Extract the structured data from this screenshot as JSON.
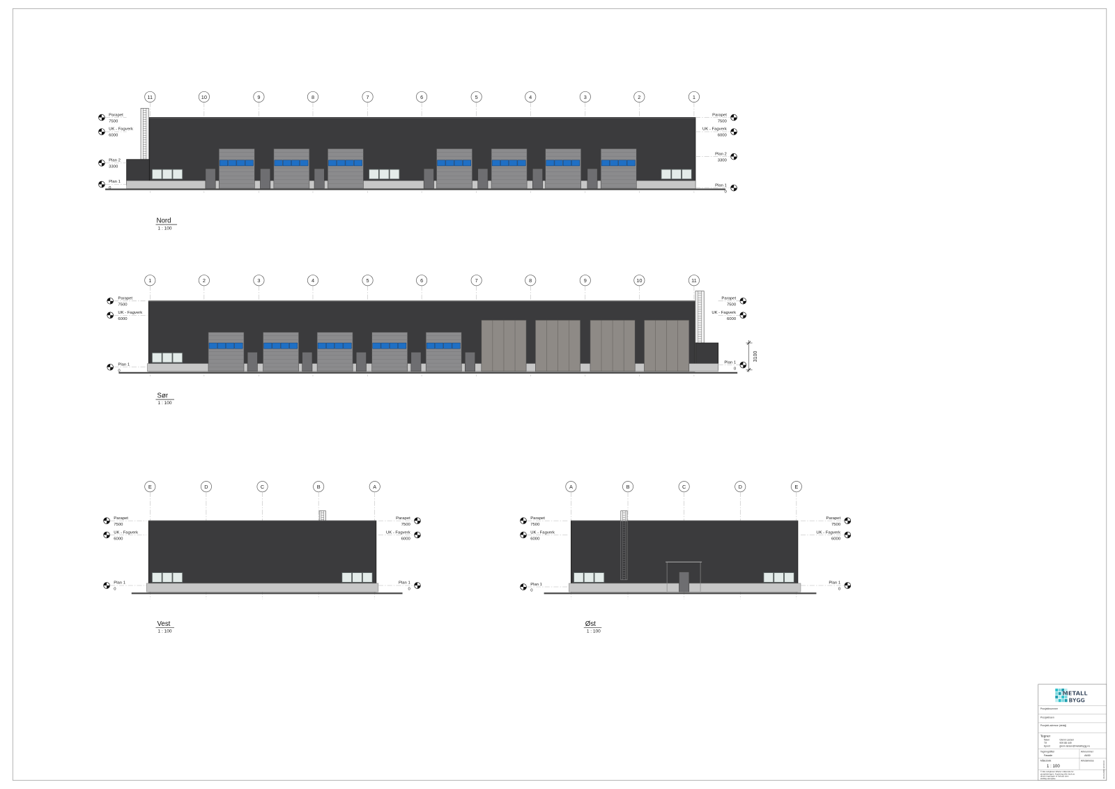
{
  "colors": {
    "wall": "#3b3b3d",
    "plinth": "#c7c7c7",
    "overhead_door": "#8b8b8d",
    "door_window": "#1f6fc4",
    "service_door": "#6e6e71",
    "sliding_door": "#8e8a86",
    "window": "#e3ebe9",
    "logo_accent": "#2ec0cb",
    "logo_text": "#1d3048"
  },
  "elevations": {
    "nord": {
      "title": "Nord",
      "scale": "1 : 100",
      "grid": [
        "11",
        "10",
        "9",
        "8",
        "7",
        "6",
        "5",
        "4",
        "3",
        "2",
        "1"
      ],
      "levels_left": [
        {
          "name": "Parapet",
          "value": "7500"
        },
        {
          "name": "UK - Fagverk",
          "value": "6000"
        },
        {
          "name": "Plan 2",
          "value": "3300"
        },
        {
          "name": "Plan 1",
          "value": "0"
        }
      ],
      "levels_right": [
        {
          "name": "Parapet",
          "value": "7500"
        },
        {
          "name": "UK - Fagverk",
          "value": "6000"
        },
        {
          "name": "Plan 2",
          "value": "3300"
        },
        {
          "name": "Plan 1",
          "value": "0"
        }
      ]
    },
    "sor": {
      "title": "Sør",
      "scale": "1 : 100",
      "grid": [
        "1",
        "2",
        "3",
        "4",
        "5",
        "6",
        "7",
        "8",
        "9",
        "10",
        "11"
      ],
      "levels_left": [
        {
          "name": "Parapet",
          "value": "7500"
        },
        {
          "name": "UK - Fagverk",
          "value": "6000"
        },
        {
          "name": "Plan 1",
          "value": "0"
        }
      ],
      "levels_right": [
        {
          "name": "Parapet",
          "value": "7500"
        },
        {
          "name": "UK - Fagverk",
          "value": "6000"
        },
        {
          "name": "Plan 1",
          "value": "0"
        }
      ],
      "dimension": "3100"
    },
    "vest": {
      "title": "Vest",
      "scale": "1 : 100",
      "grid": [
        "E",
        "D",
        "C",
        "B",
        "A"
      ],
      "levels_left": [
        {
          "name": "Parapet",
          "value": "7500"
        },
        {
          "name": "UK - Fagverk",
          "value": "6000"
        },
        {
          "name": "Plan 1",
          "value": "0"
        }
      ],
      "levels_right": [
        {
          "name": "Parapet",
          "value": "7500"
        },
        {
          "name": "UK - Fagverk",
          "value": "6000"
        },
        {
          "name": "Plan 1",
          "value": "0"
        }
      ]
    },
    "ost": {
      "title": "Øst",
      "scale": "1 : 100",
      "grid": [
        "A",
        "B",
        "C",
        "D",
        "E"
      ],
      "levels_left": [
        {
          "name": "Parapet",
          "value": "7500"
        },
        {
          "name": "UK - Fagverk",
          "value": "6000"
        },
        {
          "name": "Plan 1",
          "value": "0"
        }
      ],
      "levels_right": [
        {
          "name": "Parapet",
          "value": "7500"
        },
        {
          "name": "UK - Fagverk",
          "value": "6000"
        },
        {
          "name": "Plan 1",
          "value": "0"
        }
      ]
    }
  },
  "title_block": {
    "logo_top": "METALL",
    "logo_bottom": "BYGG",
    "project_number_label": "Prosjektnummer",
    "project_name_label": "Prosjektnavn",
    "project_address_label": "Prosjekt-adresse (detalj)",
    "drafter_heading": "Tegner",
    "name_label": "Navn",
    "name_value": "Glenn Larsen",
    "phone_label": "Tlf",
    "phone_value": "909 88 449",
    "email_label": "Epost",
    "email_value": "glenn.larsen@metallbygg.no",
    "drawing_title_label": "Tegningstittel",
    "drawing_title_value": "Fasade",
    "sheet_number_label": "Arknummer",
    "sheet_number_value": "A400",
    "scale_label": "Målestokk",
    "scale_value": "1 : 100",
    "sheet_size_label": "Arkstørrelse",
    "note": [
      "© Alle rettigheter tilhører utførende for",
      "prosjekteringen. Kopiering eller bruk av",
      "denne tegningen er forbudt uten",
      "skriftlig samtykke."
    ],
    "timestamp": "16.04.2026 12:34:14"
  }
}
